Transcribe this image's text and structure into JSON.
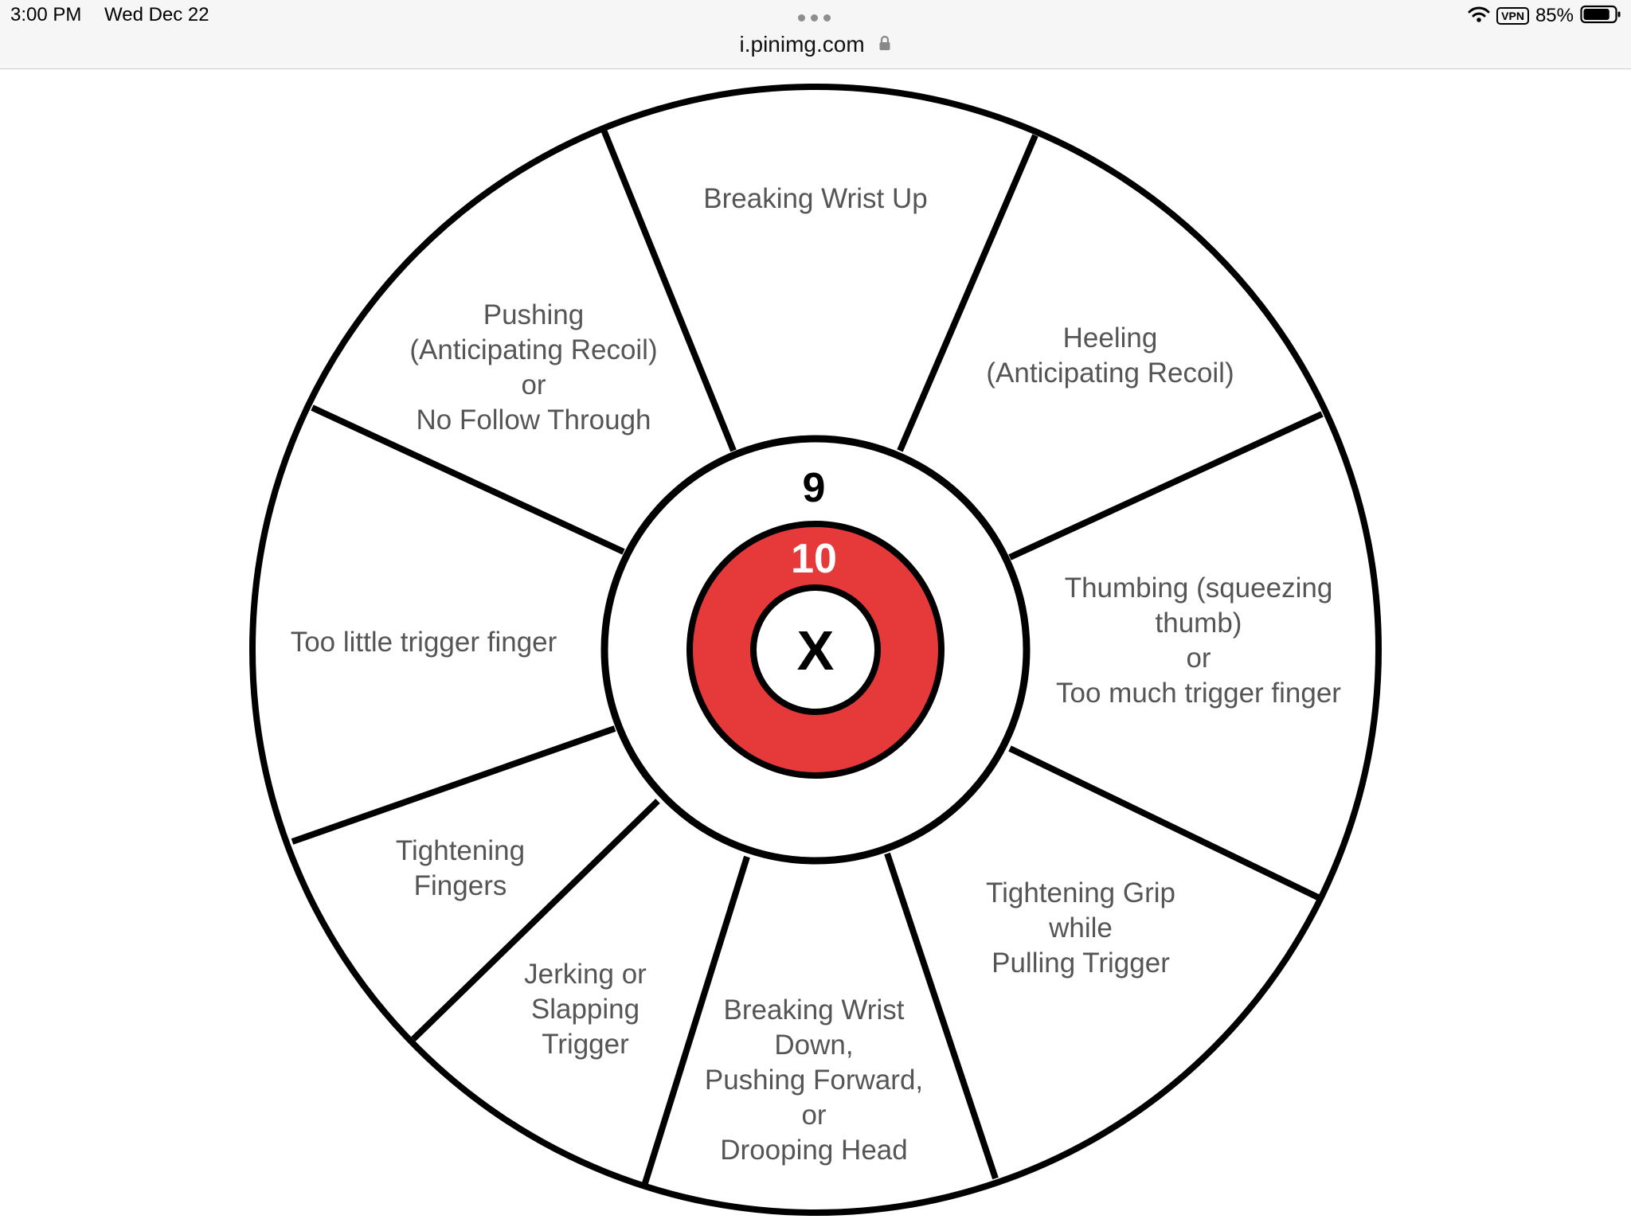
{
  "status_bar": {
    "time": "3:00 PM",
    "date": "Wed Dec 22",
    "url": "i.pinimg.com",
    "vpn_label": "VPN",
    "battery_percent": "85%",
    "battery_level": 0.85,
    "icons": [
      "more-dots-icon",
      "lock-icon",
      "wifi-icon",
      "vpn-icon",
      "battery-icon"
    ]
  },
  "target": {
    "ring_9_label": "9",
    "ring_10_label": "10",
    "center_label": "X",
    "colors": {
      "ring_10_fill": "#e5393a",
      "outline": "#000000",
      "label_text": "#555555"
    },
    "segments": [
      {
        "id": "top",
        "lines": [
          "Breaking Wrist Up"
        ]
      },
      {
        "id": "upper-right",
        "lines": [
          "Heeling",
          "(Anticipating Recoil)"
        ]
      },
      {
        "id": "right",
        "lines": [
          "Thumbing (squeezing",
          "thumb)",
          "or",
          "Too much trigger finger"
        ]
      },
      {
        "id": "lower-right",
        "lines": [
          "Tightening Grip",
          "while",
          "Pulling Trigger"
        ]
      },
      {
        "id": "bottom",
        "lines": [
          "Breaking Wrist",
          "Down,",
          "Pushing Forward,",
          "or",
          "Drooping Head"
        ]
      },
      {
        "id": "lower-left-inner",
        "lines": [
          "Jerking or",
          "Slapping",
          "Trigger"
        ]
      },
      {
        "id": "lower-left",
        "lines": [
          "Tightening",
          "Fingers"
        ]
      },
      {
        "id": "left",
        "lines": [
          "Too little trigger finger"
        ]
      },
      {
        "id": "upper-left",
        "lines": [
          "Pushing",
          "(Anticipating Recoil)",
          "or",
          "No Follow Through"
        ]
      }
    ]
  }
}
